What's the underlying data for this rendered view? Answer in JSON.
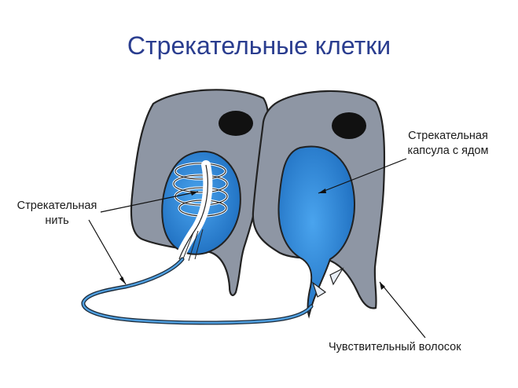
{
  "title": "Стрекательные клетки",
  "labels": {
    "thread": "Стрекательная нить",
    "capsule": "Стрекательная капсула с ядом",
    "hair": "Чувствительный волосок"
  },
  "colors": {
    "title": "#2a3d8f",
    "cell_body": "#8e96a4",
    "capsule_blue": "#2e86d6",
    "nucleus": "#111111",
    "outline": "#222222"
  }
}
